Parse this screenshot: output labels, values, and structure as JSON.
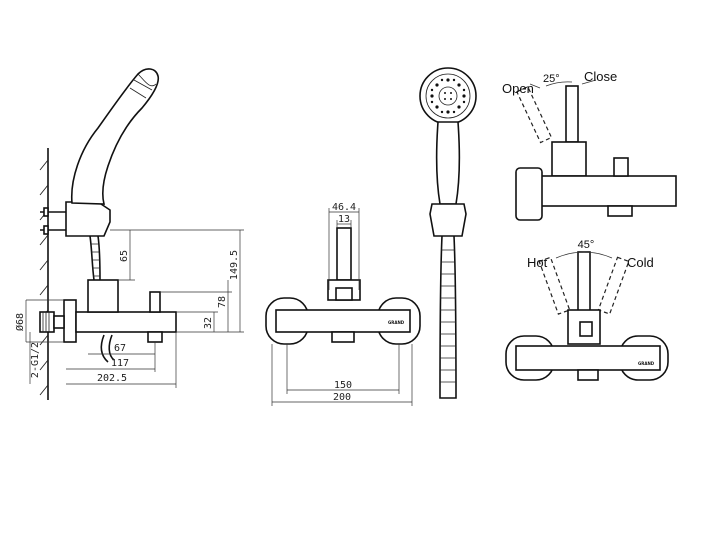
{
  "side_view": {
    "dimensions": {
      "d46_4": "46.4",
      "d13": "13",
      "d65": "65",
      "d149_5": "149.5",
      "d78": "78",
      "d32": "32",
      "d68": "Ø68",
      "d67": "67",
      "d117": "117",
      "d202_5": "202.5",
      "thread": "2-G1/2"
    }
  },
  "front_view": {
    "dimensions": {
      "d150": "150",
      "d200": "200"
    },
    "brand_mark": "GRAND"
  },
  "lever_side": {
    "open_label": "Open",
    "close_label": "Close",
    "angle_label": "25°"
  },
  "lever_front": {
    "hot_label": "Hot",
    "cold_label": "Cold",
    "angle_label": "45°",
    "brand_mark": "GRAND"
  }
}
